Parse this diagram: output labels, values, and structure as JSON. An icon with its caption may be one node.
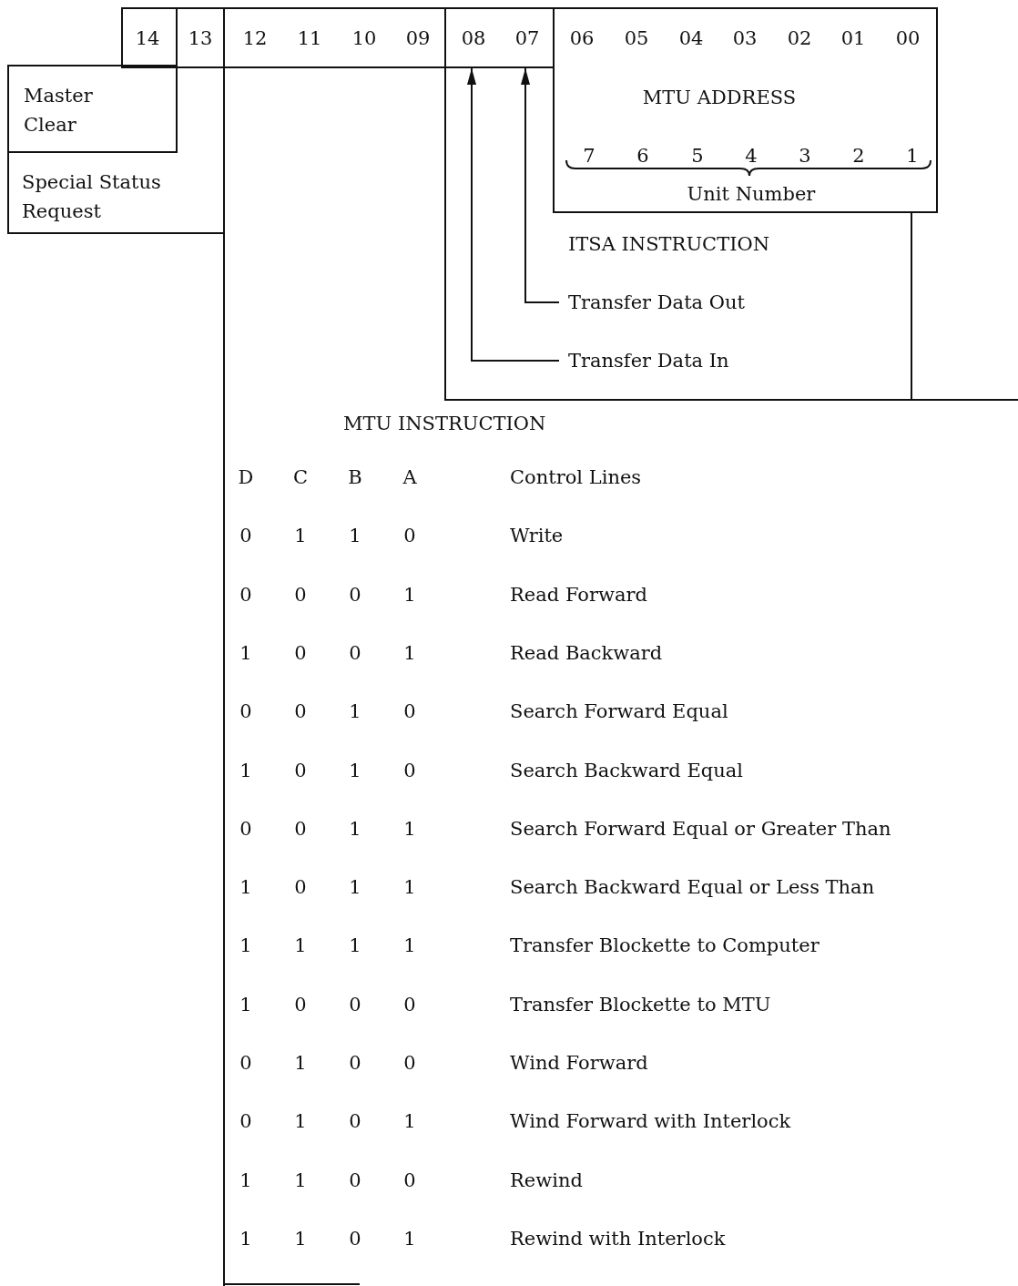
{
  "diagram": {
    "nodes": [
      {
        "text": [
          "14"
        ]
      },
      {
        "text": [
          "13"
        ]
      },
      {
        "text": [
          "12",
          "11",
          "10",
          "09"
        ]
      },
      {
        "text": [
          "08",
          "07"
        ]
      },
      {
        "text": [
          "06",
          "05",
          "04",
          "03",
          "02",
          "01",
          "00"
        ]
      },
      {
        "text": [
          "Master Clear"
        ]
      },
      {
        "text": [
          "Special Status Request"
        ]
      },
      {
        "text": [
          "ITSA INSTRUCTION"
        ]
      },
      {
        "text": [
          "MTU ADDRESS",
          "7",
          "6",
          "5",
          "4",
          "3",
          "2",
          "1",
          "Unit Number"
        ]
      },
      {
        "text": [
          "Transfer Data Out"
        ],
        "in": 7
      },
      {
        "text": [
          "Transfer Data In"
        ],
        "in": 7
      },
      {
        "text": [
          "MTU INSTRUCTION"
        ]
      }
    ],
    "edges": [
      {
        "from": 9,
        "to": 3,
        "arrow": "to"
      },
      {
        "from": 10,
        "to": 3,
        "arrow": "to"
      }
    ],
    "labels": [
      "D",
      "C",
      "B",
      "A",
      "Control Lines",
      "0",
      "1",
      "1",
      "0",
      "Write",
      "0",
      "0",
      "0",
      "1",
      "Read Forward",
      "1",
      "0",
      "0",
      "1",
      "Read Backward",
      "0",
      "0",
      "1",
      "0",
      "Search Forward Equal",
      "1",
      "0",
      "1",
      "0",
      "Search Backward Equal",
      "0",
      "0",
      "1",
      "1",
      "Search Forward Equal or Greater Than",
      "1",
      "0",
      "1",
      "1",
      "Search Backward Equal or Less Than",
      "1",
      "1",
      "1",
      "1",
      "Transfer Blockette to Computer",
      "1",
      "0",
      "0",
      "0",
      "Transfer Blockette to MTU",
      "0",
      "1",
      "0",
      "0",
      "Wind Forward",
      "0",
      "1",
      "0",
      "1",
      "Wind Forward with Interlock",
      "1",
      "1",
      "0",
      "0",
      "Rewind",
      "1",
      "1",
      "0",
      "1",
      "Rewind with Interlock"
    ]
  }
}
